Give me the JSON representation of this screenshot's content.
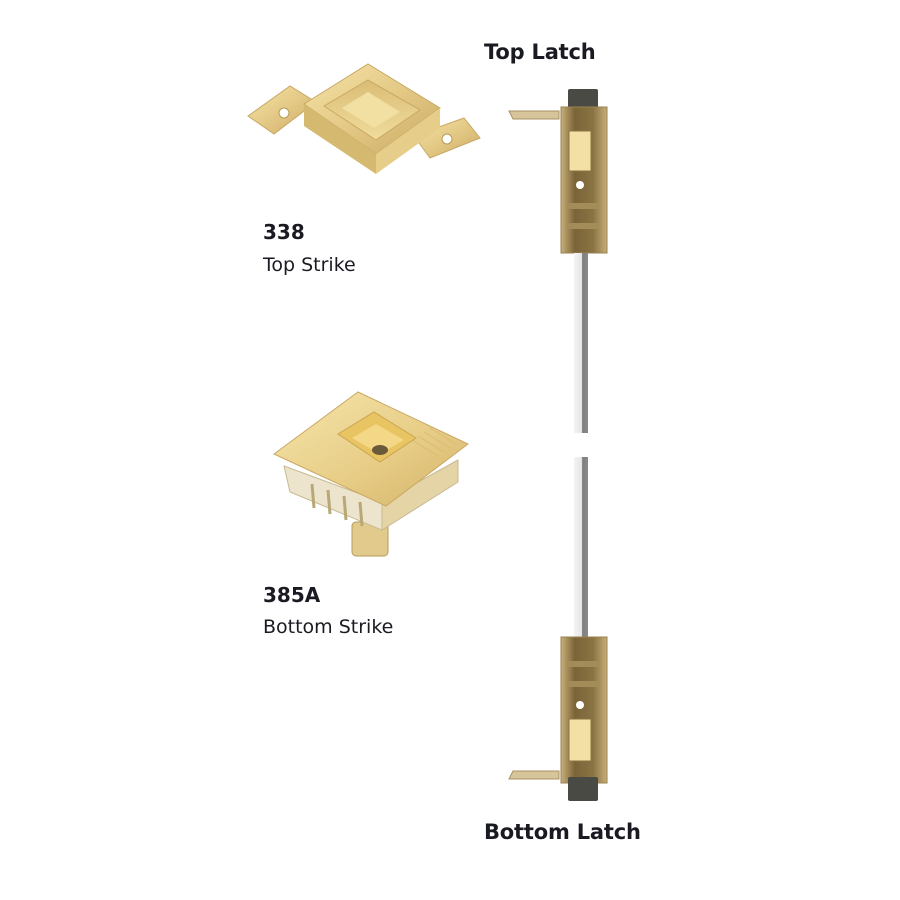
{
  "labels": {
    "top_latch": "Top Latch",
    "bottom_latch": "Bottom Latch"
  },
  "parts": [
    {
      "number": "338",
      "name": "Top Strike"
    },
    {
      "number": "385A",
      "name": "Bottom Strike"
    }
  ],
  "colors": {
    "brass_light": "#f2dc98",
    "brass_mid": "#dcc07a",
    "brass_dark": "#b89a52",
    "latch_dark": "#4a4a44",
    "rod_light": "#f0f0f0",
    "rod_dark": "#7a7a7a",
    "text": "#1a1a22"
  }
}
